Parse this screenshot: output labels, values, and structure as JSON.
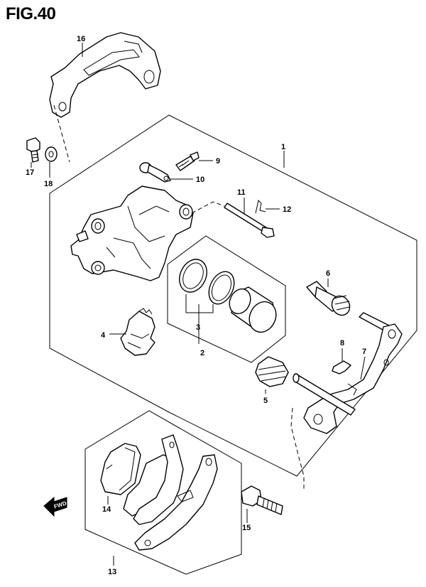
{
  "figure": {
    "title": "FIG.40"
  },
  "callouts": {
    "c1": "1",
    "c2": "2",
    "c3": "3",
    "c4": "4",
    "c5": "5",
    "c6": "6",
    "c7": "7",
    "c8": "8",
    "c9": "9",
    "c10": "10",
    "c11": "11",
    "c12": "12",
    "c13": "13",
    "c14": "14",
    "c15": "15",
    "c16": "16",
    "c17": "17",
    "c18": "18"
  },
  "direction_marker": {
    "label": "FWD",
    "icon": "forward-arrow-icon"
  }
}
